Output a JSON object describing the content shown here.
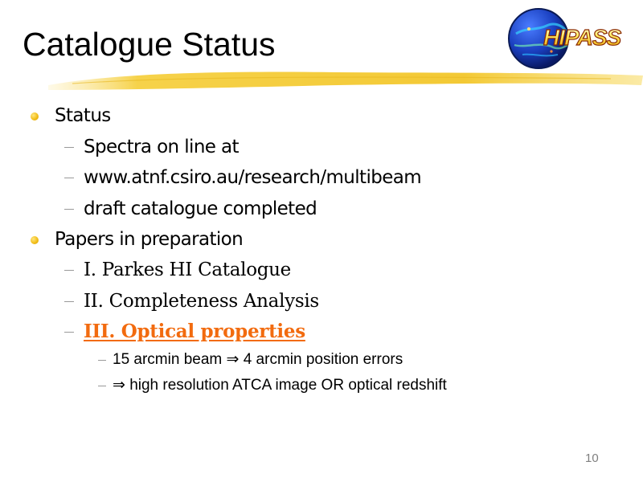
{
  "slide": {
    "title": "Catalogue Status",
    "logo_text": "HIPASS",
    "page_number": "10"
  },
  "bullets": [
    {
      "level": 1,
      "text": "Status"
    },
    {
      "level": 2,
      "text": "Spectra on line at"
    },
    {
      "level": 2,
      "text": "www.atnf.csiro.au/research/multibeam"
    },
    {
      "level": 2,
      "text": "draft catalogue completed"
    },
    {
      "level": 1,
      "text": "Papers in preparation"
    },
    {
      "level": 2,
      "text": "I. Parkes HI Catalogue"
    },
    {
      "level": 2,
      "text": "II. Completeness Analysis"
    },
    {
      "level": 2,
      "text": "III. Optical properties"
    },
    {
      "level": 3,
      "text": "15 arcmin beam ⇒ 4 arcmin position errors"
    },
    {
      "level": 3,
      "text": "⇒ high resolution ATCA image OR optical redshift"
    }
  ],
  "colors": {
    "highlight": "#f26b0f",
    "bullet_dot": "#f2bf1a",
    "swoosh": "#f5d34a",
    "logo_ocean": "#1a3fbf",
    "page_number": "#7f7f7f"
  }
}
